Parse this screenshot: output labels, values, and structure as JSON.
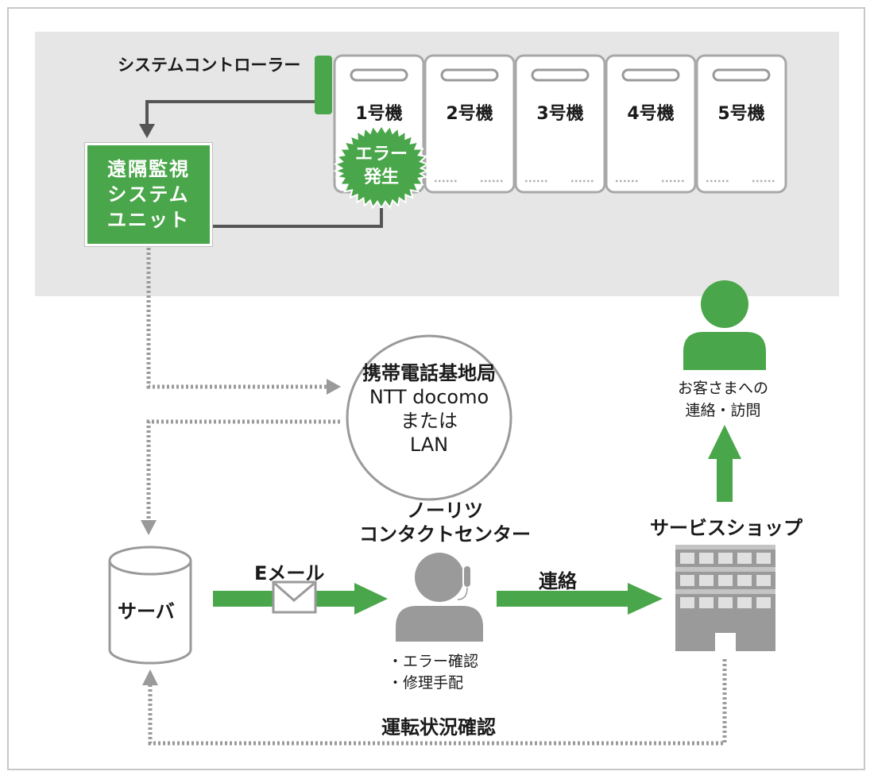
{
  "system_controller": "システムコントローラー",
  "remote_unit": [
    "遠隔監視",
    "システム",
    "ユニット"
  ],
  "machines": [
    "1号機",
    "2号機",
    "3号機",
    "4号機",
    "5号機"
  ],
  "error_badge": [
    "エラー",
    "発生"
  ],
  "network": [
    "携帯電話基地局",
    "NTT docomo",
    "または",
    "LAN"
  ],
  "server": "サーバ",
  "email": "Eメール",
  "contact_center": [
    "ノーリツ",
    "コンタクトセンター"
  ],
  "contact_tasks": [
    "・エラー確認",
    "・修理手配"
  ],
  "renraku": "連絡",
  "service_shop": "サービスショップ",
  "customer_note": [
    "お客さまへの",
    "連絡・訪問"
  ],
  "status_check": "運転状況確認",
  "colors": {
    "green": "#4aa64a",
    "gray": "#9a9a9a",
    "panel": "#e6e6e6",
    "dark_line": "#555555"
  },
  "icons": [
    "envelope-icon",
    "person-headset-icon",
    "building-icon",
    "person-icon",
    "server-cylinder-icon",
    "error-starburst-icon"
  ]
}
